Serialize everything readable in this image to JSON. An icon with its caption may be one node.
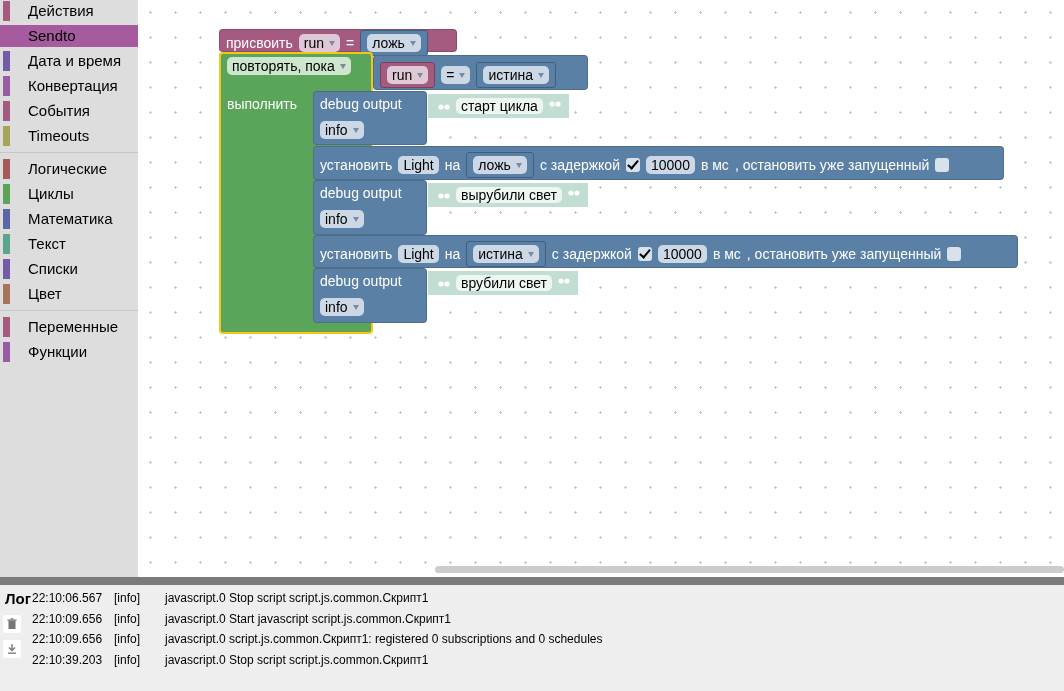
{
  "diagram": {
    "nodes": [
      {
        "text": [
          "присвоить",
          "run",
          "=",
          "ложь"
        ]
      },
      {
        "text": [
          "повторять, пока",
          "выполнить"
        ]
      },
      {
        "text": [
          "run",
          "=",
          "истина"
        ]
      },
      {
        "text": [
          "debug output",
          "старт цикла",
          "info"
        ]
      },
      {
        "text": [
          "установить",
          "Light",
          "на",
          "ложь",
          "с задержкой",
          "10000",
          "в мс",
          ", остановить уже запущенный"
        ]
      },
      {
        "text": [
          "debug output",
          "вырубили свет",
          "info"
        ]
      },
      {
        "text": [
          "установить",
          "Light",
          "на",
          "истина",
          "с задержкой",
          "10000",
          "в мс",
          ", остановить уже запущенный"
        ]
      },
      {
        "text": [
          "debug output",
          "врубили свет",
          "info"
        ]
      }
    ],
    "labels": [
      "Действия",
      "Sendto",
      "Дата и время",
      "Конвертация",
      "События",
      "Timeouts",
      "Логические",
      "Циклы",
      "Математика",
      "Текст",
      "Списки",
      "Цвет",
      "Переменные",
      "Функции",
      "Лог",
      "22:10:06.567",
      "[info]",
      "javascript.0 Stop script script.js.common.Скрипт1",
      "22:10:09.656",
      "[info]",
      "javascript.0 Start javascript script.js.common.Скрипт1",
      "22:10:09.656",
      "[info]",
      "javascript.0 script.js.common.Скрипт1: registered 0 subscriptions and 0 schedules",
      "22:10:39.203",
      "[info]",
      "javascript.0 Stop script script.js.common.Скрипт1"
    ]
  }
}
